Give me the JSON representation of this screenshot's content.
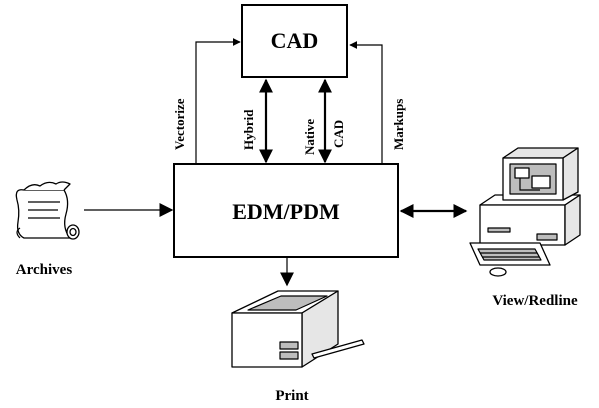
{
  "nodes": {
    "cad": "CAD",
    "edm": "EDM/PDM",
    "archives": "Archives",
    "view": "View/Redline",
    "print": "Print"
  },
  "links": {
    "vectorize": "Vectorize",
    "hybrid": "Hybrid",
    "native": "Native",
    "cad": "CAD",
    "markups": "Markups"
  }
}
